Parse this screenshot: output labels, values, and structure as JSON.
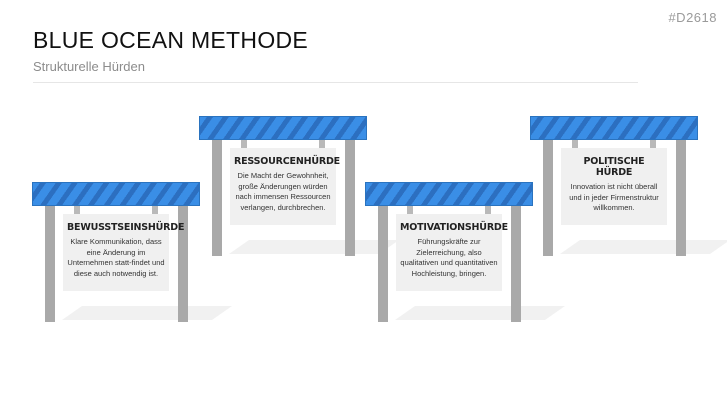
{
  "header": {
    "slide_id": "#D2618",
    "title": "BLUE OCEAN METHODE",
    "subtitle": "Strukturelle Hürden"
  },
  "hurdles": [
    {
      "title": "BEWUSSTSEINSHÜRDE",
      "text": "Klare Kommunikation, dass eine Änderung im Unternehmen statt-findet und diese auch notwendig ist."
    },
    {
      "title": "RESSOURCENHÜRDE",
      "text": "Die Macht der Gewohnheit, große Änderungen würden nach immensen Ressourcen verlangen, durchbrechen."
    },
    {
      "title": "MOTIVATIONSHÜRDE",
      "text": "Führungskräfte zur Zielerreichung, also qualitativen und quantitativen Hochleistung, bringen."
    },
    {
      "title": "POLITISCHE HÜRDE",
      "text": "Innovation ist nicht überall und in jeder Firmenstruktur willkommen."
    }
  ],
  "colors": {
    "barrier_blue": "#3a8ee6",
    "barrier_stripe": "#2c6fc0",
    "post_gray": "#a9a9a9",
    "sign_gray": "#f0f0f0"
  }
}
